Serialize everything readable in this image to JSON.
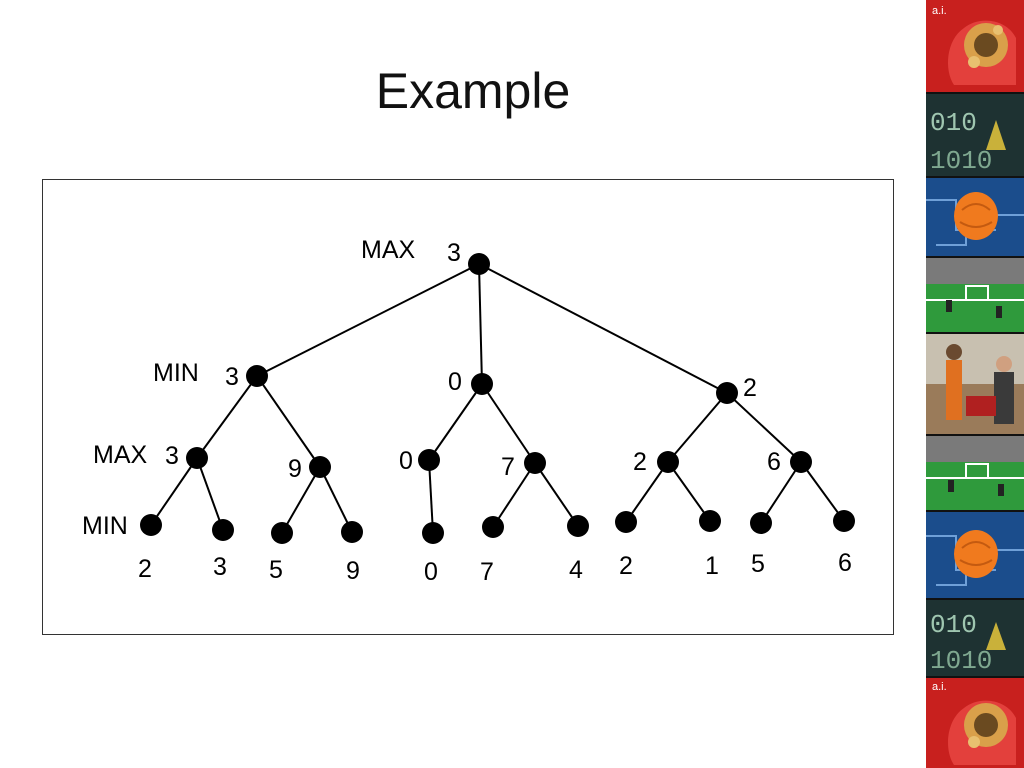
{
  "title": "Example",
  "tree": {
    "level_labels": [
      "MAX",
      "MIN",
      "MAX",
      "MIN"
    ],
    "root": {
      "value": "3"
    },
    "level1": [
      {
        "value": "3"
      },
      {
        "value": "0"
      },
      {
        "value": "2"
      }
    ],
    "level2": [
      {
        "value": "3"
      },
      {
        "value": "9"
      },
      {
        "value": "0"
      },
      {
        "value": "7"
      },
      {
        "value": "2"
      },
      {
        "value": "6"
      }
    ],
    "leaves": [
      {
        "value": "2"
      },
      {
        "value": "3"
      },
      {
        "value": "5"
      },
      {
        "value": "9"
      },
      {
        "value": "0"
      },
      {
        "value": "7"
      },
      {
        "value": "4"
      },
      {
        "value": "2"
      },
      {
        "value": "1"
      },
      {
        "value": "5"
      },
      {
        "value": "6"
      }
    ]
  },
  "side_strip": {
    "tiles": [
      {
        "icon": "ai-brain-robot-icon",
        "text": "a.i.",
        "color": "#c8201e"
      },
      {
        "icon": "binary-code-icon",
        "text": "",
        "color": "#1e3232"
      },
      {
        "icon": "brain-circuit-icon",
        "text": "",
        "color": "#1b4d8c"
      },
      {
        "icon": "robot-soccer-field-icon",
        "text": "",
        "color": "#2f9a3c"
      },
      {
        "icon": "lab-people-icon",
        "text": "",
        "color": "#9a7b5a"
      },
      {
        "icon": "robot-soccer-field-icon",
        "text": "",
        "color": "#2f9a3c"
      },
      {
        "icon": "brain-circuit-icon",
        "text": "",
        "color": "#1b4d8c"
      },
      {
        "icon": "binary-code-icon",
        "text": "",
        "color": "#1e3232"
      },
      {
        "icon": "ai-brain-robot-icon",
        "text": "a.i.",
        "color": "#c8201e"
      }
    ]
  }
}
